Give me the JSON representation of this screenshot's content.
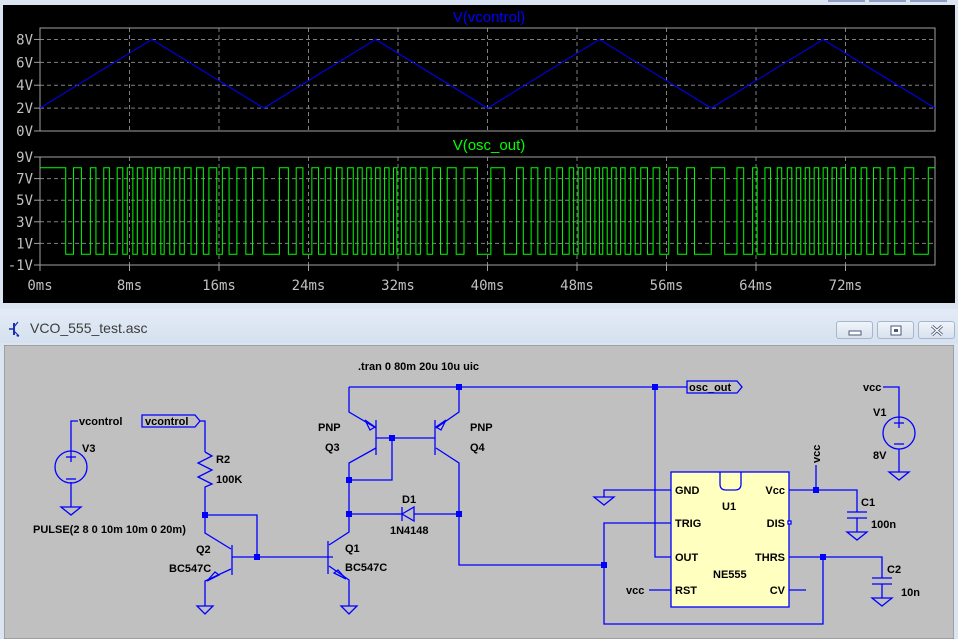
{
  "plot_window": {
    "traces": [
      {
        "name": "V(vcontrol)",
        "color": "#0000ff"
      },
      {
        "name": "V(osc_out)",
        "color": "#00ff00"
      }
    ]
  },
  "chart_data": [
    {
      "type": "line",
      "title": "V(vcontrol)",
      "xlabel": "",
      "ylabel": "",
      "xlim": [
        0,
        80
      ],
      "ylim": [
        0,
        9
      ],
      "yticks": [
        0,
        2,
        4,
        6,
        8
      ],
      "ytick_labels": [
        "0V",
        "2V",
        "4V",
        "6V",
        "8V"
      ],
      "grid": true,
      "series": [
        {
          "name": "V(vcontrol)",
          "color": "#0000ff",
          "x": [
            0,
            10,
            20,
            30,
            40,
            50,
            60,
            70,
            80
          ],
          "y": [
            2,
            8,
            2,
            8,
            2,
            8,
            2,
            8,
            2
          ]
        }
      ]
    },
    {
      "type": "line",
      "title": "V(osc_out)",
      "xlabel": "",
      "ylabel": "",
      "xlim": [
        0,
        80
      ],
      "ylim": [
        -1,
        9
      ],
      "xticks": [
        0,
        8,
        16,
        24,
        32,
        40,
        48,
        56,
        64,
        72
      ],
      "xtick_labels": [
        "0ms",
        "8ms",
        "16ms",
        "24ms",
        "32ms",
        "40ms",
        "48ms",
        "56ms",
        "64ms",
        "72ms"
      ],
      "yticks": [
        -1,
        1,
        3,
        5,
        7,
        9
      ],
      "ytick_labels": [
        "-1V",
        "1V",
        "3V",
        "5V",
        "7V",
        "9V"
      ],
      "grid": true,
      "high_level": 8,
      "low_level": 0,
      "initial_level": 8,
      "series": [
        {
          "name": "V(osc_out)",
          "color": "#00ff00",
          "transitions_ms": [
            2.3,
            3.0,
            3.7,
            4.5,
            5.0,
            5.7,
            6.2,
            6.9,
            7.4,
            7.8,
            8.3,
            8.7,
            9.2,
            9.6,
            10.0,
            10.3,
            10.8,
            11.1,
            11.6,
            12.0,
            12.5,
            12.9,
            13.5,
            14.0,
            14.6,
            15.1,
            15.8,
            16.3,
            16.9,
            17.6,
            18.4,
            19.0,
            20.0,
            21.4,
            22.2,
            22.9,
            23.5,
            24.3,
            24.9,
            25.5,
            26.0,
            26.5,
            27.0,
            27.5,
            28.0,
            28.4,
            28.8,
            29.2,
            29.6,
            30.0,
            30.4,
            30.8,
            31.2,
            31.6,
            31.9,
            32.3,
            32.7,
            33.1,
            33.6,
            34.0,
            34.6,
            35.1,
            35.8,
            36.4,
            37.2,
            37.9,
            39.1,
            40.3,
            41.5,
            42.6,
            43.2,
            43.9,
            44.5,
            45.2,
            45.6,
            46.2,
            46.7,
            47.3,
            47.7,
            48.1,
            48.5,
            48.8,
            49.2,
            49.6,
            50.0,
            50.3,
            50.7,
            51.1,
            51.5,
            51.9,
            52.3,
            52.8,
            53.2,
            53.7,
            54.3,
            54.8,
            55.4,
            56.2,
            57.0,
            57.8,
            58.5,
            60.0,
            61.2,
            62.3,
            62.9,
            63.7,
            64.1,
            64.8,
            65.3,
            65.9,
            66.3,
            66.8,
            67.2,
            67.6,
            68.0,
            68.4,
            68.8,
            69.2,
            69.6,
            70.0,
            70.4,
            70.8,
            71.2,
            71.6,
            72.0,
            72.5,
            72.9,
            73.4,
            73.9,
            74.5,
            75.1,
            75.8,
            76.4,
            77.3,
            78.1,
            79.4
          ]
        }
      ]
    }
  ],
  "schematic_window": {
    "title": "VCO_555_test.asc",
    "buttons": {
      "minimize": "minimize",
      "maximize": "maximize",
      "close": "close"
    },
    "directive": ".tran 0 80m 20u 10u uic",
    "labels": {
      "vcontrol_net": "vcontrol",
      "vcontrol_port": "vcontrol",
      "osc_out_port": "osc_out",
      "vcc_v1": "vcc",
      "vcc_u1": "vcc",
      "vcc_rst": "vcc"
    },
    "components": {
      "V3": {
        "name": "V3",
        "value": "PULSE(2 8 0 10m 10m 0 20m)"
      },
      "R2": {
        "name": "R2",
        "value": "100K"
      },
      "Q2": {
        "name": "Q2",
        "value": "BC547C"
      },
      "Q1": {
        "name": "Q1",
        "value": "BC547C"
      },
      "Q3": {
        "name": "Q3",
        "value": "PNP"
      },
      "Q4": {
        "name": "Q4",
        "value": "PNP"
      },
      "D1": {
        "name": "D1",
        "value": "1N4148"
      },
      "U1": {
        "name": "U1",
        "value": "NE555",
        "pins": {
          "gnd": "GND",
          "trig": "TRIG",
          "out": "OUT",
          "rst": "RST",
          "vcc": "Vcc",
          "dis": "DIS",
          "thrs": "THRS",
          "cv": "CV"
        }
      },
      "V1": {
        "name": "V1",
        "value": "8V"
      },
      "C1": {
        "name": "C1",
        "value": "100n"
      },
      "C2": {
        "name": "C2",
        "value": "10n"
      }
    },
    "colors": {
      "wire": "#0000ff",
      "background": "#c0c0c0",
      "ic_fill": "#ffffc0"
    }
  }
}
